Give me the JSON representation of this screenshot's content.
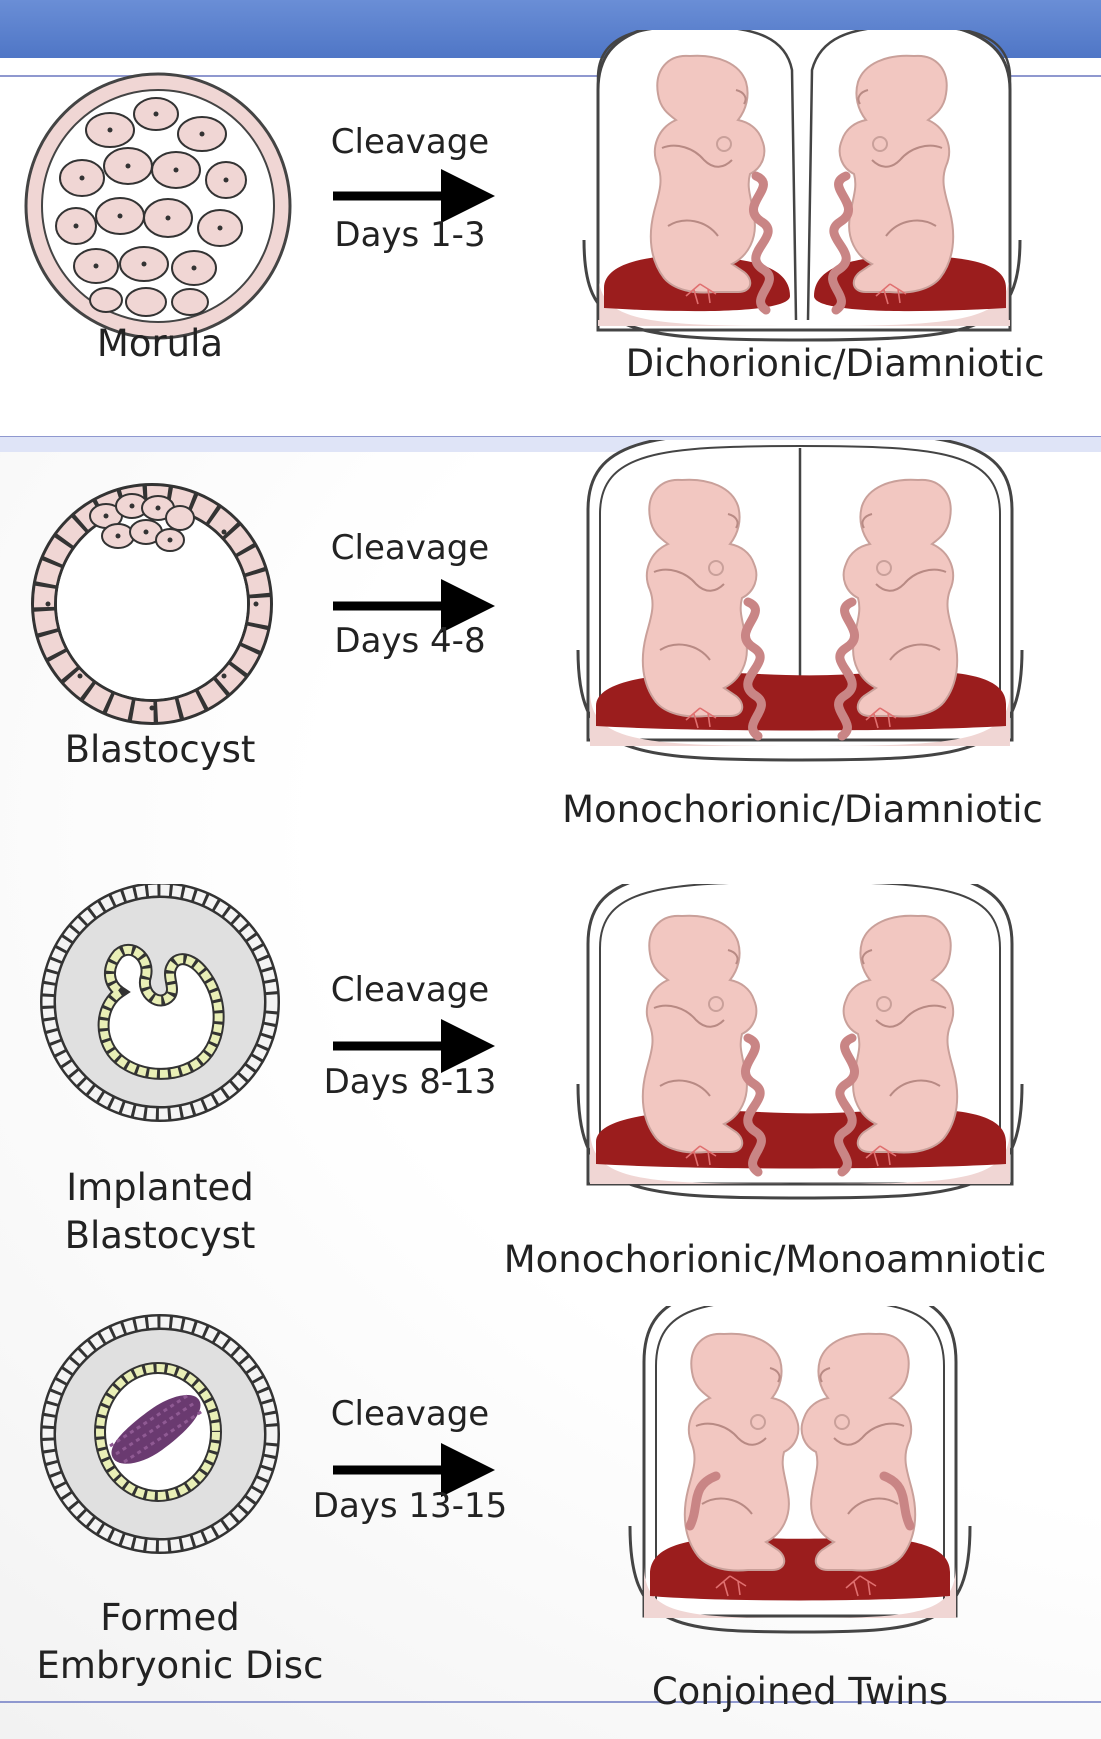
{
  "rows": [
    {
      "stage": "Morula",
      "arrow_top": "Cleavage",
      "arrow_bottom": "Days 1-3",
      "result": "Dichorionic/Diamniotic"
    },
    {
      "stage": "Blastocyst",
      "arrow_top": "Cleavage",
      "arrow_bottom": "Days 4-8",
      "result": "Monochorionic/Diamniotic"
    },
    {
      "stage_line1": "Implanted",
      "stage_line2": "Blastocyst",
      "arrow_top": "Cleavage",
      "arrow_bottom": "Days 8-13",
      "result": "Monochorionic/Monoamniotic"
    },
    {
      "stage_line1": "Formed",
      "stage_line2": "Embryonic Disc",
      "arrow_top": "Cleavage",
      "arrow_bottom": "Days 13-15",
      "result": "Conjoined Twins"
    }
  ],
  "colors": {
    "top_bar": "#5b82cf",
    "cell_fill": "#f0d6d4",
    "fetus_fill": "#f2c7c1",
    "placenta": "#9b1d1d",
    "cord": "#c98585",
    "disc": "#6a3a70",
    "epiblast_ring": "#e9efb6"
  }
}
